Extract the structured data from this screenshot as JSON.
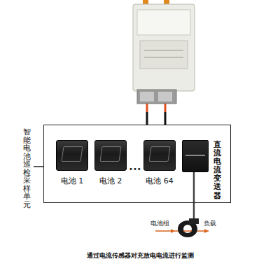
{
  "diagram": {
    "caption": "通过电流传感器对充放电电流进行监测",
    "nodes": [
      {
        "text": [
          "智能电池巡检采样单元"
        ]
      },
      {
        "text": [
          "电池 1"
        ],
        "in": 0
      },
      {
        "text": [
          "电池 2"
        ],
        "in": 0
      },
      {
        "text": [
          "电池 64"
        ],
        "in": 0
      },
      {
        "text": [
          "直流电流变送器"
        ],
        "in": 0
      }
    ],
    "labels": [
      "•••",
      "电池组",
      "负载"
    ]
  }
}
